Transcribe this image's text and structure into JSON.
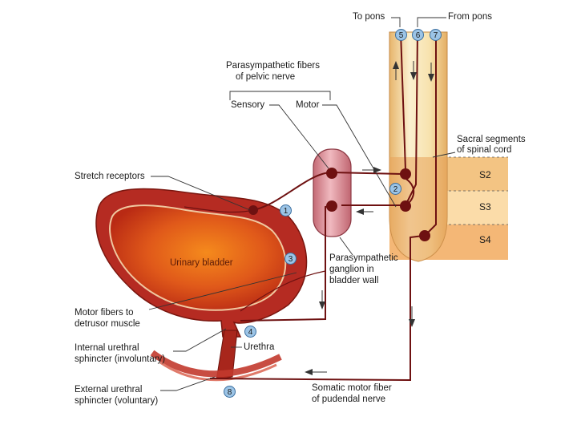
{
  "labels": {
    "to_pons": "To pons",
    "from_pons": "From pons",
    "parasympathetic_l1": "Parasympathetic fibers",
    "parasympathetic_l2": "of pelvic nerve",
    "sensory": "Sensory",
    "motor": "Motor",
    "sacral_l1": "Sacral segments",
    "sacral_l2": "of spinal cord",
    "stretch_receptors": "Stretch receptors",
    "urinary_bladder": "Urinary bladder",
    "ganglion_l1": "Parasympathetic",
    "ganglion_l2": "ganglion in",
    "ganglion_l3": "bladder wall",
    "motor_fibers_l1": "Motor fibers to",
    "motor_fibers_l2": "detrusor muscle",
    "internal_l1": "Internal urethral",
    "internal_l2": "sphincter (involuntary)",
    "urethra": "Urethra",
    "external_l1": "External urethral",
    "external_l2": "sphincter (voluntary)",
    "somatic_l1": "Somatic motor fiber",
    "somatic_l2": "of pudendal nerve"
  },
  "segments": [
    "S2",
    "S3",
    "S4"
  ],
  "steps": [
    "1",
    "2",
    "3",
    "4",
    "5",
    "6",
    "7",
    "8"
  ],
  "colors": {
    "nerve": "#6e1111",
    "cord_light": "#f8ecc8",
    "cord_mid": "#eab46a",
    "band_s2": "#f3c483",
    "band_s3": "#fbdca9",
    "band_s4": "#f4b776",
    "ganglion": "#d88b93",
    "bladder_outer": "#b52b22",
    "bladder_inner": "#d94a13",
    "badge": "#9cc4e6"
  }
}
